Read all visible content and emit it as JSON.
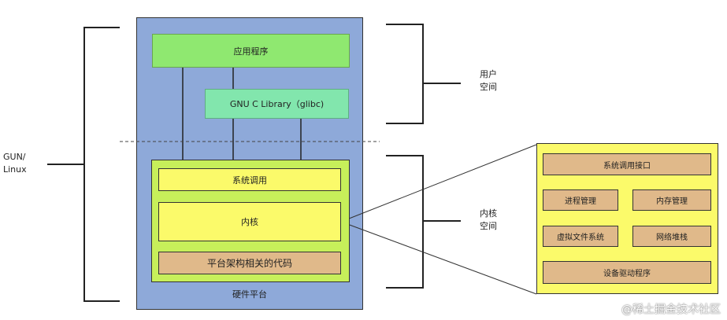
{
  "platform": {
    "label": "硬件平台"
  },
  "user_space": {
    "app_label": "应用程序",
    "glibc_label": "GNU C Library（glibc)",
    "label_line1": "用户",
    "label_line2": "空间"
  },
  "kernel_space": {
    "syscall_label": "系统调用",
    "kernel_label": "内核",
    "arch_label": "平台架构相关的代码",
    "label_line1": "内核",
    "label_line2": "空间"
  },
  "gnu_linux": {
    "line1": "GUN/",
    "line2": "Linux"
  },
  "kernel_detail": {
    "syscall_interface": "系统调用接口",
    "process_mgmt": "进程管理",
    "memory_mgmt": "内存管理",
    "vfs": "虚拟文件系统",
    "network_stack": "网络堆栈",
    "device_drivers": "设备驱动程序"
  },
  "colors": {
    "platform": "#8ea9d9",
    "app": "#8fe870",
    "glibc": "#82e6ad",
    "kernel_region": "#c7ef5a",
    "yellow_box": "#fbfa6a",
    "tan_box": "#e0b98a"
  },
  "watermark": "@稀土掘金技术社区"
}
